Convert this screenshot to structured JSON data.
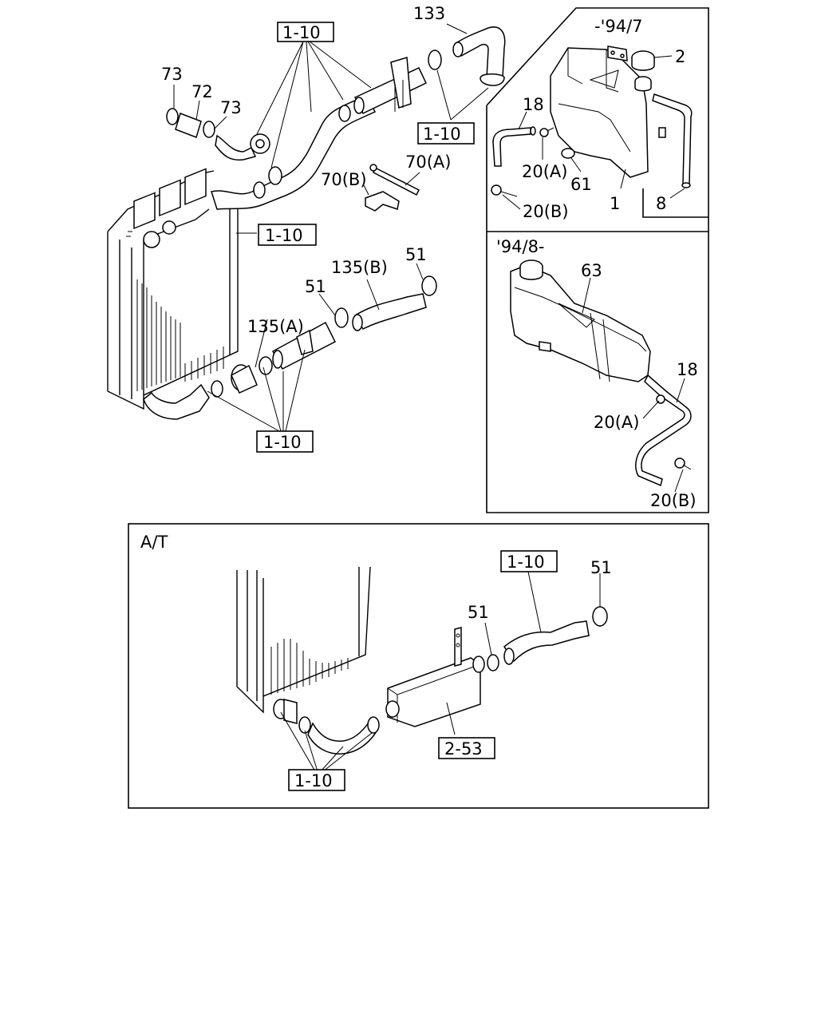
{
  "labels": {
    "ref_top": "1-10",
    "p133": "133",
    "p73a": "73",
    "p72": "72",
    "p73b": "73",
    "ref_mid_right": "1-10",
    "p70a": "70(A)",
    "p70b": "70(B)",
    "ref_left": "1-10",
    "p135b": "135(B)",
    "p51a": "51",
    "p51b": "51",
    "p135a": "135(A)",
    "ref_bottom": "1-10"
  },
  "inset_early": {
    "period": "-'94/7",
    "p2": "2",
    "p18": "18",
    "p20a": "20(A)",
    "p61": "61",
    "p1": "1",
    "p8": "8",
    "p20b": "20(B)"
  },
  "inset_late": {
    "period": "'94/8-",
    "p63": "63",
    "p18": "18",
    "p20a": "20(A)",
    "p20b": "20(B)"
  },
  "at_section": {
    "title": "A/T",
    "ref_top": "1-10",
    "p51a": "51",
    "p51b": "51",
    "ref_cooler": "2-53",
    "ref_bottom": "1-10"
  }
}
